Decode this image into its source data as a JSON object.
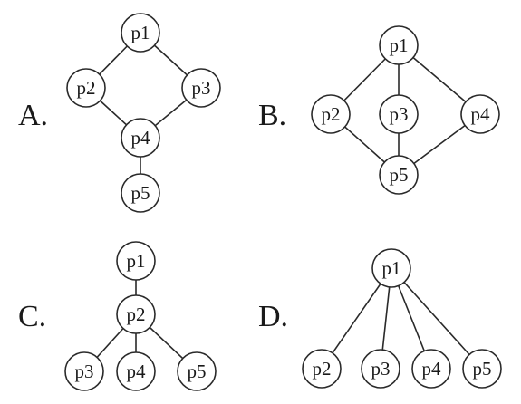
{
  "colors": {
    "stroke": "#2a2a2a",
    "text": "#1a1a1a",
    "background": "#ffffff"
  },
  "options": [
    {
      "label": "A.",
      "nodes": [
        {
          "id": "p1",
          "text": "p1"
        },
        {
          "id": "p2",
          "text": "p2"
        },
        {
          "id": "p3",
          "text": "p3"
        },
        {
          "id": "p4",
          "text": "p4"
        },
        {
          "id": "p5",
          "text": "p5"
        }
      ],
      "edges": [
        [
          "p1",
          "p2"
        ],
        [
          "p1",
          "p3"
        ],
        [
          "p2",
          "p4"
        ],
        [
          "p3",
          "p4"
        ],
        [
          "p4",
          "p5"
        ]
      ]
    },
    {
      "label": "B.",
      "nodes": [
        {
          "id": "p1",
          "text": "p1"
        },
        {
          "id": "p2",
          "text": "p2"
        },
        {
          "id": "p3",
          "text": "p3"
        },
        {
          "id": "p4",
          "text": "p4"
        },
        {
          "id": "p5",
          "text": "p5"
        }
      ],
      "edges": [
        [
          "p1",
          "p2"
        ],
        [
          "p1",
          "p3"
        ],
        [
          "p1",
          "p4"
        ],
        [
          "p2",
          "p5"
        ],
        [
          "p3",
          "p5"
        ],
        [
          "p4",
          "p5"
        ]
      ]
    },
    {
      "label": "C.",
      "nodes": [
        {
          "id": "p1",
          "text": "p1"
        },
        {
          "id": "p2",
          "text": "p2"
        },
        {
          "id": "p3",
          "text": "p3"
        },
        {
          "id": "p4",
          "text": "p4"
        },
        {
          "id": "p5",
          "text": "p5"
        }
      ],
      "edges": [
        [
          "p1",
          "p2"
        ],
        [
          "p2",
          "p3"
        ],
        [
          "p2",
          "p4"
        ],
        [
          "p2",
          "p5"
        ]
      ]
    },
    {
      "label": "D.",
      "nodes": [
        {
          "id": "p1",
          "text": "p1"
        },
        {
          "id": "p2",
          "text": "p2"
        },
        {
          "id": "p3",
          "text": "p3"
        },
        {
          "id": "p4",
          "text": "p4"
        },
        {
          "id": "p5",
          "text": "p5"
        }
      ],
      "edges": [
        [
          "p1",
          "p2"
        ],
        [
          "p1",
          "p3"
        ],
        [
          "p1",
          "p4"
        ],
        [
          "p1",
          "p5"
        ]
      ]
    }
  ]
}
